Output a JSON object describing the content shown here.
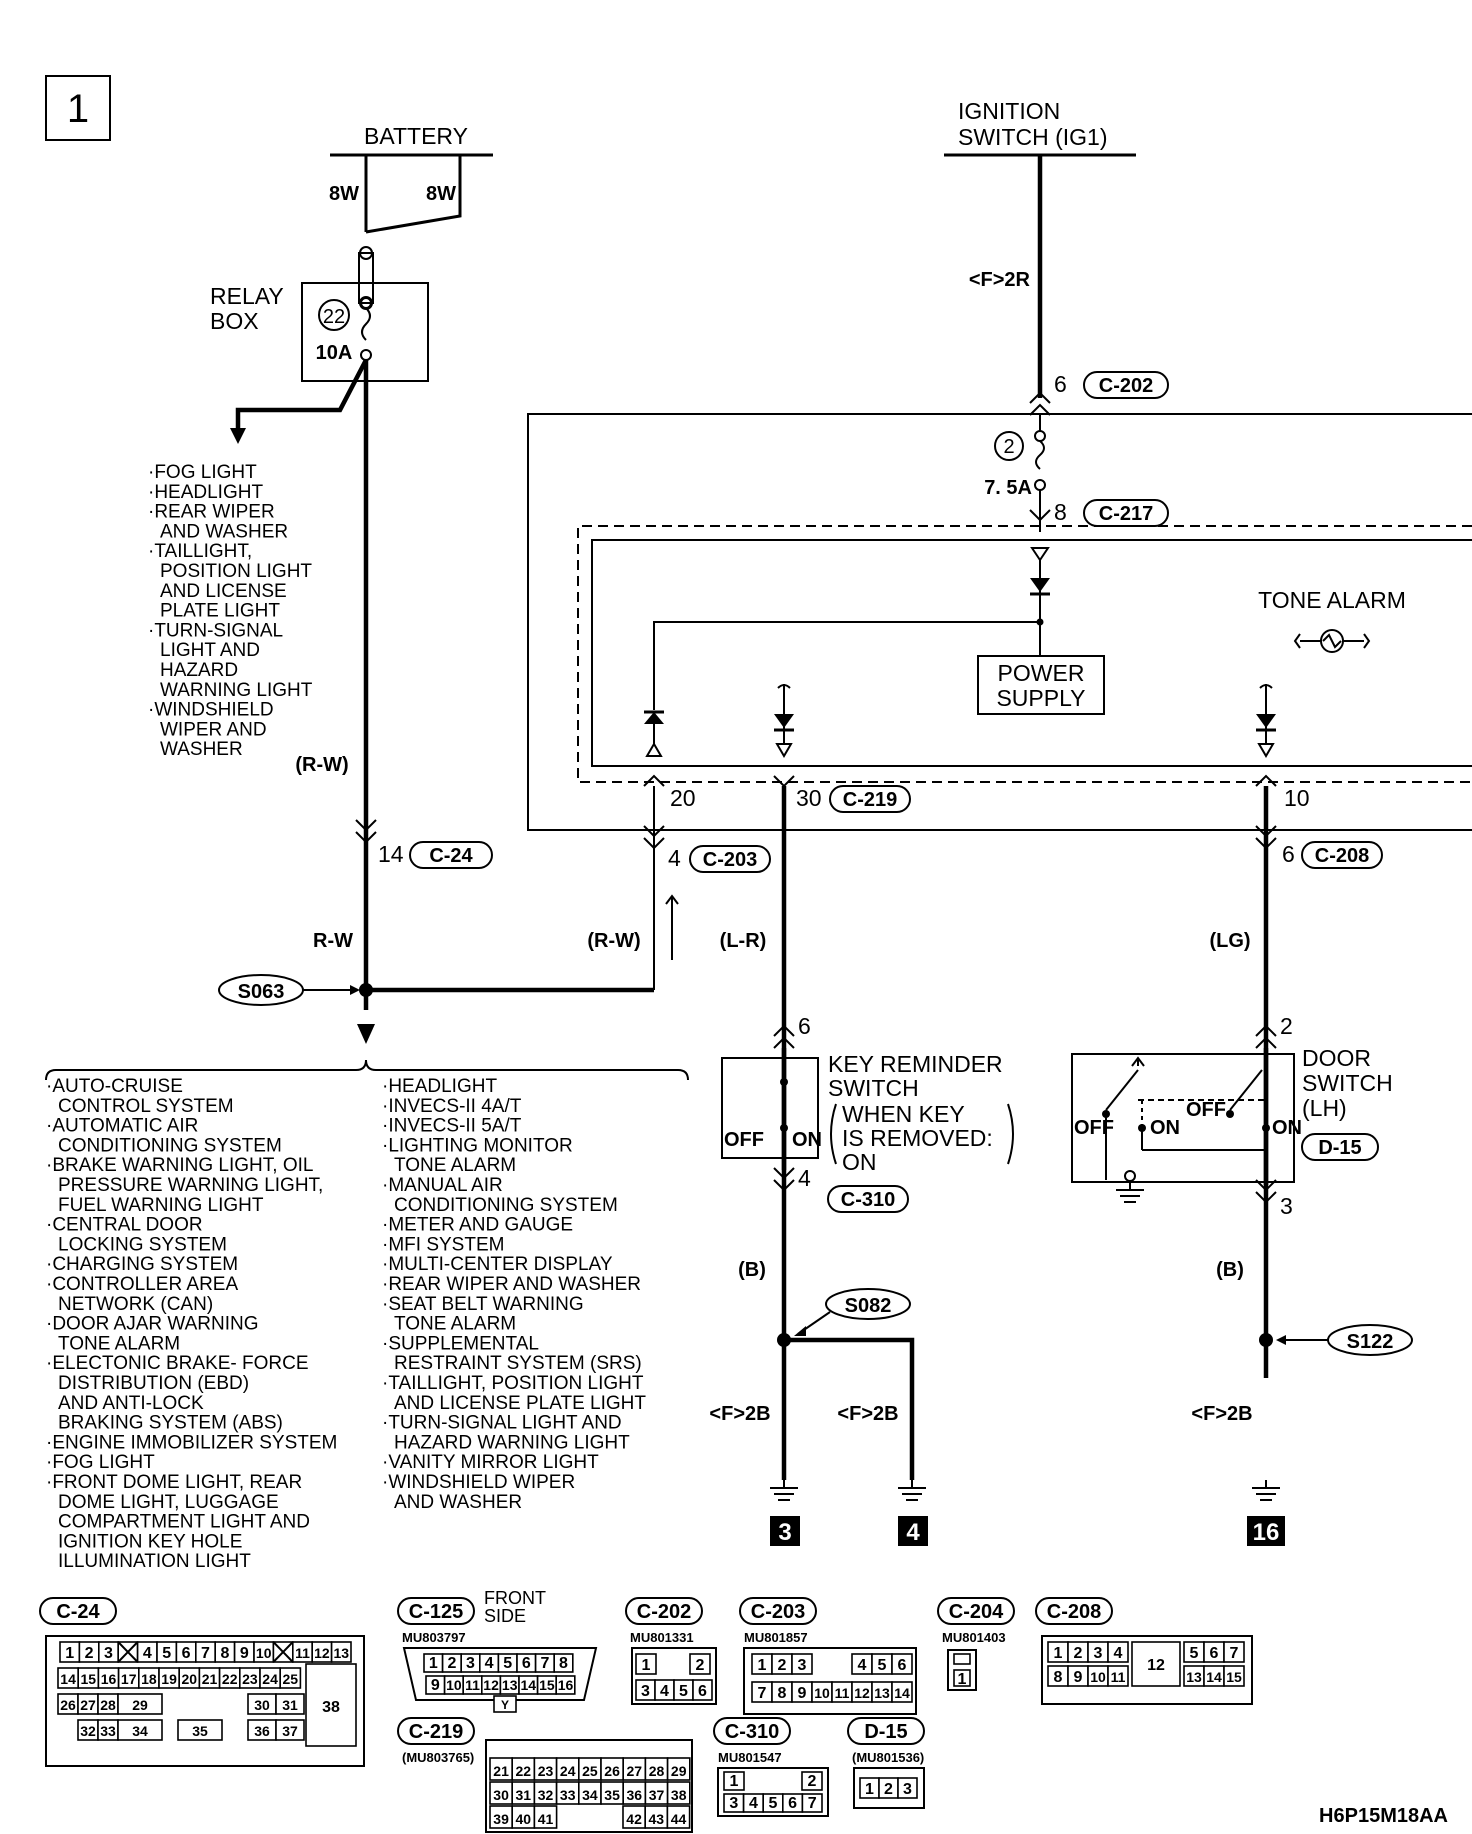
{
  "page_number": "1",
  "diagram_code": "H6P15M18AA",
  "battery": {
    "label": "BATTERY",
    "wire_left": "8W",
    "wire_right": "8W"
  },
  "relay_box": {
    "label_line1": "RELAY",
    "label_line2": "BOX",
    "fuse_number": "22",
    "fuse_rating": "10A"
  },
  "left_loads": [
    "·FOG LIGHT",
    "·HEADLIGHT",
    "·REAR WIPER",
    "AND WASHER",
    "·TAILLIGHT,",
    "POSITION LIGHT",
    "AND LICENSE",
    "PLATE LIGHT",
    "·TURN-SIGNAL",
    "LIGHT AND",
    "HAZARD",
    "WARNING LIGHT",
    "·WINDSHIELD",
    "WIPER AND",
    "WASHER"
  ],
  "ignition": {
    "label_line1": "IGNITION",
    "label_line2": "SWITCH (IG1)",
    "wire": "<F>2R"
  },
  "etacs": {
    "pin_c202": "6",
    "conn_c202": "C-202",
    "fuse_number": "2",
    "fuse_rating": "7. 5A",
    "pin_c217": "8",
    "conn_c217": "C-217",
    "power_supply_line1": "POWER",
    "power_supply_line2": "SUPPLY",
    "tone_alarm": "TONE ALARM",
    "pin_20": "20",
    "pin_30": "30",
    "conn_c219": "C-219",
    "pin_10": "10"
  },
  "wires": {
    "c24_pin": "14",
    "c24_conn": "C-24",
    "rw_paren": "(R-W)",
    "rw": "R-W",
    "c203_pin": "4",
    "c203_conn": "C-203",
    "lr": "(L-R)",
    "c208_pin": "6",
    "c208_conn": "C-208",
    "lg": "(LG)",
    "splice_s063": "S063",
    "splice_s082": "S082",
    "splice_s122": "S122",
    "b_left": "(B)",
    "b_right": "(B)",
    "f2b_1": "<F>2B",
    "f2b_2": "<F>2B",
    "f2b_3": "<F>2B",
    "ground_3": "3",
    "ground_4": "4",
    "ground_16": "16"
  },
  "key_reminder": {
    "label_line1": "KEY REMINDER",
    "label_line2": "SWITCH",
    "note_line1": "WHEN KEY",
    "note_line2": "IS REMOVED:",
    "note_line3": "ON",
    "pin_top": "6",
    "pin_bottom": "4",
    "conn": "C-310",
    "off": "OFF",
    "on": "ON"
  },
  "door_switch": {
    "label_line1": "DOOR",
    "label_line2": "SWITCH",
    "label_line3": "(LH)",
    "conn": "D-15",
    "pin_top": "2",
    "pin_bottom": "3",
    "off1": "OFF",
    "on1": "ON",
    "off2": "OFF",
    "on2": "ON"
  },
  "bottom_loads_col1": [
    "·AUTO-CRUISE",
    "CONTROL SYSTEM",
    "·AUTOMATIC AIR",
    "CONDITIONING SYSTEM",
    "·BRAKE WARNING LIGHT, OIL",
    "PRESSURE WARNING LIGHT,",
    "FUEL WARNING LIGHT",
    "·CENTRAL DOOR",
    "LOCKING SYSTEM",
    "·CHARGING SYSTEM",
    "·CONTROLLER AREA",
    "NETWORK (CAN)",
    "·DOOR AJAR WARNING",
    "TONE ALARM",
    "·ELECTONIC BRAKE- FORCE",
    "DISTRIBUTION (EBD)",
    "AND ANTI-LOCK",
    "BRAKING SYSTEM (ABS)",
    "·ENGINE IMMOBILIZER SYSTEM",
    "·FOG LIGHT",
    "·FRONT DOME LIGHT, REAR",
    "DOME LIGHT, LUGGAGE",
    "COMPARTMENT LIGHT AND",
    "IGNITION KEY HOLE",
    "ILLUMINATION LIGHT"
  ],
  "bottom_loads_col2": [
    "·HEADLIGHT",
    "·INVECS-II 4A/T",
    "·INVECS-II 5A/T",
    "·LIGHTING MONITOR",
    "TONE ALARM",
    "·MANUAL AIR",
    "CONDITIONING SYSTEM",
    "·METER AND GAUGE",
    "·MFI SYSTEM",
    "·MULTI-CENTER DISPLAY",
    "·REAR WIPER AND WASHER",
    "·SEAT BELT WARNING",
    "TONE ALARM",
    "·SUPPLEMENTAL",
    "RESTRAINT SYSTEM (SRS)",
    "·TAILLIGHT, POSITION LIGHT",
    "AND LICENSE PLATE LIGHT",
    "·TURN-SIGNAL LIGHT AND",
    "HAZARD WARNING LIGHT",
    "·VANITY MIRROR LIGHT",
    "·WINDSHIELD WIPER",
    "AND WASHER"
  ],
  "connectors": {
    "c24": {
      "name": "C-24",
      "row1": [
        "1",
        "2",
        "3",
        "",
        "4",
        "5",
        "6",
        "7",
        "8",
        "9",
        "10",
        "",
        "11",
        "12",
        "13"
      ],
      "row2": [
        "14",
        "15",
        "16",
        "17",
        "18",
        "19",
        "20",
        "21",
        "22",
        "23",
        "24",
        "25"
      ],
      "row3": [
        "26",
        "27",
        "28",
        "29",
        "30",
        "31"
      ],
      "row4": [
        "32",
        "33",
        "34",
        "35",
        "36",
        "37"
      ],
      "big": "38"
    },
    "c125": {
      "name": "C-125",
      "side_line1": "FRONT",
      "side_line2": "SIDE",
      "part": "MU803797",
      "row1": [
        "1",
        "2",
        "3",
        "4",
        "5",
        "6",
        "7",
        "8"
      ],
      "row2": [
        "9",
        "10",
        "11",
        "12",
        "13",
        "14",
        "15",
        "16"
      ],
      "key": "Y"
    },
    "c202": {
      "name": "C-202",
      "part": "MU801331",
      "row1": [
        "1",
        "2"
      ],
      "row2": [
        "3",
        "4",
        "5",
        "6"
      ]
    },
    "c203": {
      "name": "C-203",
      "part": "MU801857",
      "row1": [
        "1",
        "2",
        "3",
        "4",
        "5",
        "6"
      ],
      "row2": [
        "7",
        "8",
        "9",
        "10",
        "11",
        "12",
        "13",
        "14"
      ]
    },
    "c204": {
      "name": "C-204",
      "part": "MU801403",
      "pin": "1"
    },
    "c208": {
      "name": "C-208",
      "row1": [
        "1",
        "2",
        "3",
        "4",
        "5",
        "6",
        "7"
      ],
      "row2": [
        "8",
        "9",
        "10",
        "11",
        "13",
        "14",
        "15"
      ],
      "big": "12"
    },
    "c219": {
      "name": "C-219",
      "part": "(MU803765)",
      "row1": [
        "21",
        "22",
        "23",
        "24",
        "25",
        "26",
        "27",
        "28",
        "29"
      ],
      "row2": [
        "30",
        "31",
        "32",
        "33",
        "34",
        "35",
        "36",
        "37",
        "38"
      ],
      "row3": [
        "39",
        "40",
        "41",
        "42",
        "43",
        "44"
      ]
    },
    "c310": {
      "name": "C-310",
      "part": "MU801547",
      "row1": [
        "1",
        "2"
      ],
      "row2": [
        "3",
        "4",
        "5",
        "6",
        "7"
      ]
    },
    "d15": {
      "name": "D-15",
      "part": "(MU801536)",
      "row1": [
        "1",
        "2",
        "3"
      ]
    }
  }
}
